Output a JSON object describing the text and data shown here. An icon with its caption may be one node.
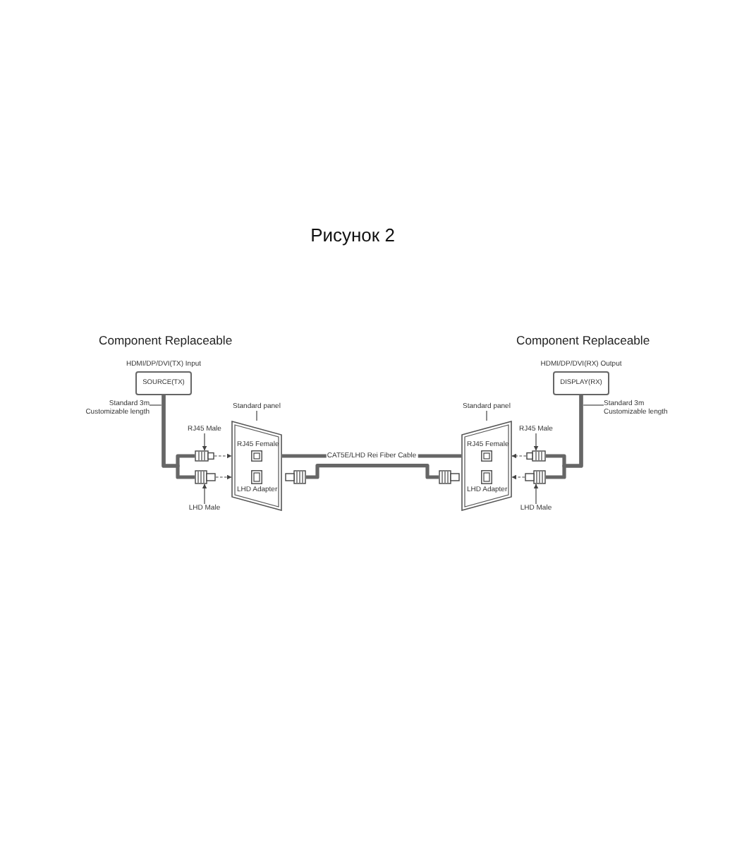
{
  "diagram": {
    "title": "Рисунок 2",
    "nodes": [
      {
        "text": [
          "SOURCE(TX)"
        ],
        "beside": [
          "HDMI/DP/DVI(TX) Input"
        ]
      },
      {
        "text": [
          "Standard 3m Customizable length"
        ]
      },
      {
        "text": [
          "RJ45 Male"
        ]
      },
      {
        "text": [
          "LHD Male"
        ]
      },
      {
        "text": [],
        "shape": "picture"
      },
      {
        "text": [],
        "shape": "picture"
      },
      {
        "text": [
          "Standard panel"
        ]
      },
      {
        "text": [
          "RJ45 Female",
          "LHD Adapter"
        ]
      },
      {
        "text": [],
        "shape": "picture"
      },
      {
        "text": [],
        "shape": "picture"
      },
      {
        "text": [
          "Standard panel"
        ]
      },
      {
        "text": [
          "RJ45 Female",
          "LHD Adapter"
        ]
      },
      {
        "text": [
          "RJ45 Male"
        ]
      },
      {
        "text": [
          "LHD Male"
        ]
      },
      {
        "text": [],
        "shape": "picture"
      },
      {
        "text": [],
        "shape": "picture"
      },
      {
        "text": [
          "DISPLAY(RX)"
        ],
        "beside": [
          "HDMI/DP/DVI(RX) Output"
        ]
      },
      {
        "text": [
          "Standard 3m Customizable length"
        ]
      }
    ],
    "edges": [
      {
        "from": 0,
        "to": 4,
        "arrow": "none",
        "style": "thick"
      },
      {
        "from": 0,
        "to": 5,
        "arrow": "none",
        "style": "thick"
      },
      {
        "from": 1,
        "to": null,
        "arrow": "none"
      },
      {
        "from": 2,
        "to": 4,
        "arrow": "to"
      },
      {
        "from": 3,
        "to": 5,
        "arrow": "to"
      },
      {
        "from": 4,
        "to": 7,
        "arrow": "to",
        "style": "dashed"
      },
      {
        "from": 5,
        "to": 7,
        "arrow": "to",
        "style": "dashed"
      },
      {
        "from": 6,
        "to": 7,
        "arrow": "none"
      },
      {
        "from": 7,
        "to": 11,
        "arrow": "none",
        "style": "thick",
        "label": "CAT5E/LHD Rei Fiber Cable"
      },
      {
        "from": 8,
        "to": 9,
        "arrow": "none",
        "style": "thick"
      },
      {
        "from": 10,
        "to": 11,
        "arrow": "none"
      },
      {
        "from": 14,
        "to": 11,
        "arrow": "to",
        "style": "dashed"
      },
      {
        "from": 15,
        "to": 11,
        "arrow": "to",
        "style": "dashed"
      },
      {
        "from": 12,
        "to": 14,
        "arrow": "to"
      },
      {
        "from": 13,
        "to": 15,
        "arrow": "to"
      },
      {
        "from": 16,
        "to": 14,
        "arrow": "none",
        "style": "thick"
      },
      {
        "from": 16,
        "to": 15,
        "arrow": "none",
        "style": "thick"
      },
      {
        "from": 17,
        "to": null,
        "arrow": "none"
      }
    ],
    "labels": [
      "Component Replaceable",
      "Component Replaceable"
    ]
  }
}
